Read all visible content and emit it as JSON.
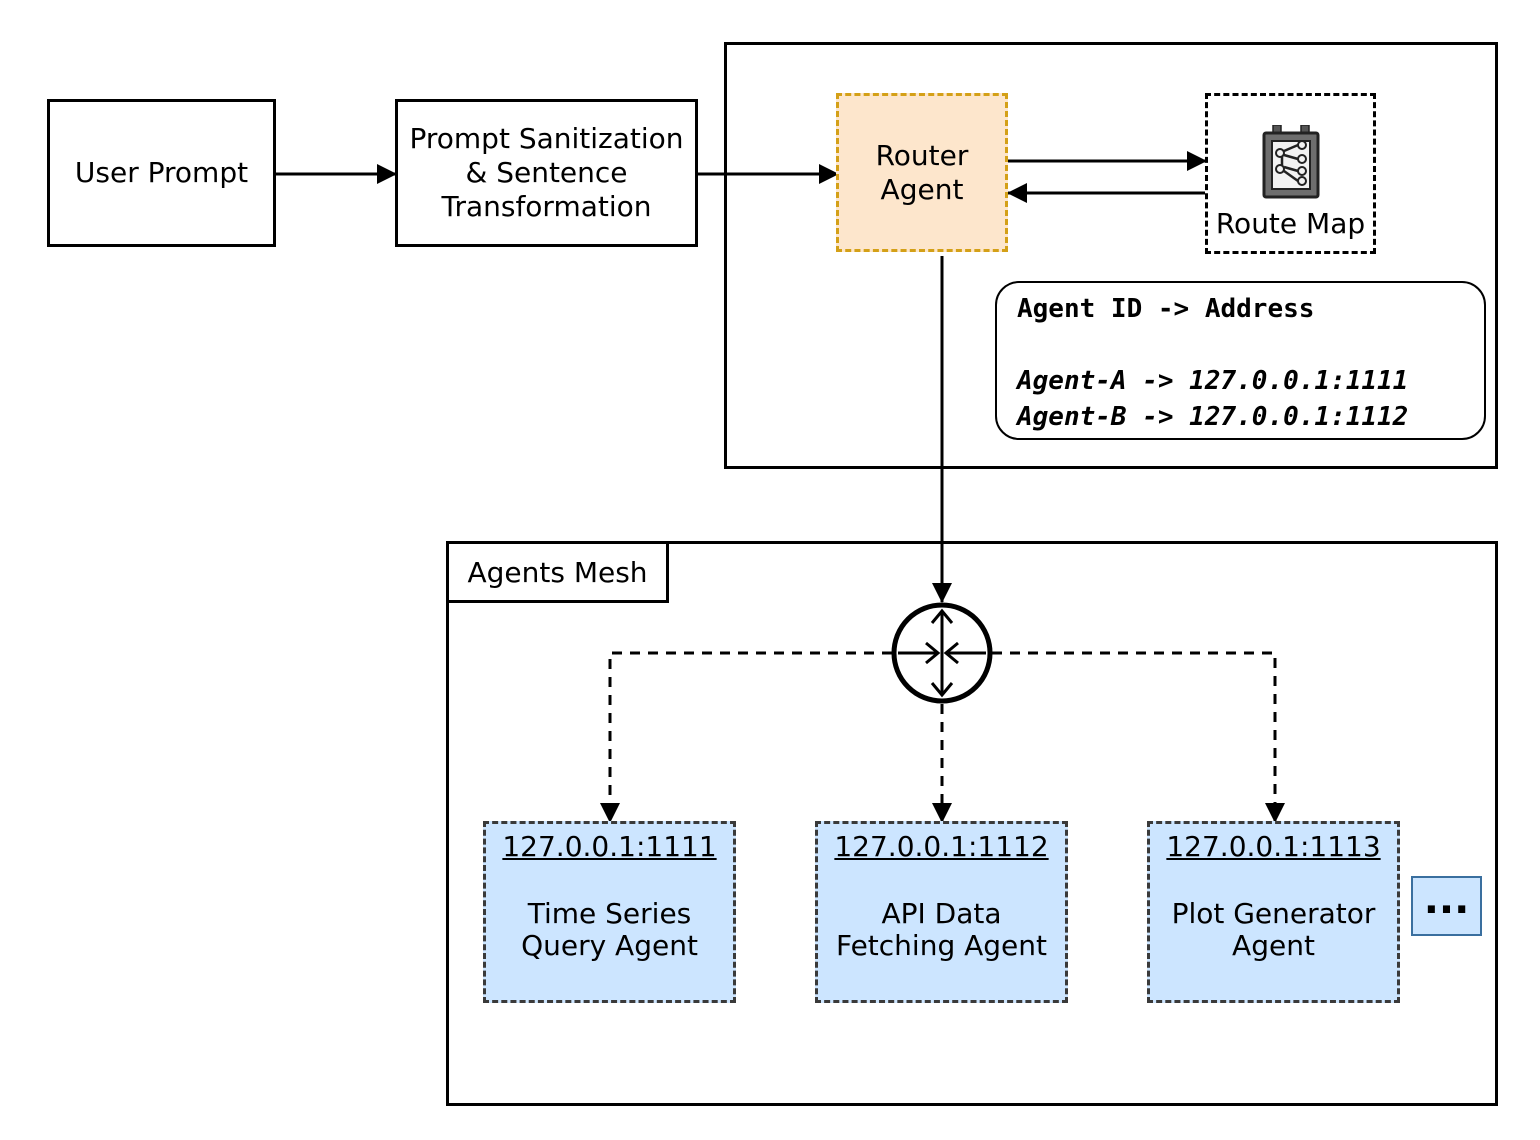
{
  "nodes": {
    "user_prompt": "User Prompt",
    "sanitization_lines": [
      "Prompt Sanitization",
      "& Sentence",
      "Transformation"
    ],
    "router_lines": [
      "Router",
      "Agent"
    ],
    "route_map": "Route Map",
    "mesh_title": "Agents Mesh",
    "more": "..."
  },
  "route_table": {
    "header": "Agent ID -> Address",
    "rows": [
      "Agent-A -> 127.0.0.1:1111",
      "Agent-B -> 127.0.0.1:1112"
    ]
  },
  "agents": [
    {
      "address": "127.0.0.1:1111",
      "label_lines": [
        "Time Series",
        "Query Agent"
      ]
    },
    {
      "address": "127.0.0.1:1112",
      "label_lines": [
        "API Data",
        "Fetching Agent"
      ]
    },
    {
      "address": "127.0.0.1:1113",
      "label_lines": [
        "Plot Generator",
        "Agent"
      ]
    }
  ],
  "colors": {
    "router_fill": "#fde6cc",
    "router_border": "#d4a017",
    "agent_fill": "#cce5ff",
    "line": "#000000"
  },
  "icons": [
    "route-map-icon",
    "router-hub-icon"
  ]
}
